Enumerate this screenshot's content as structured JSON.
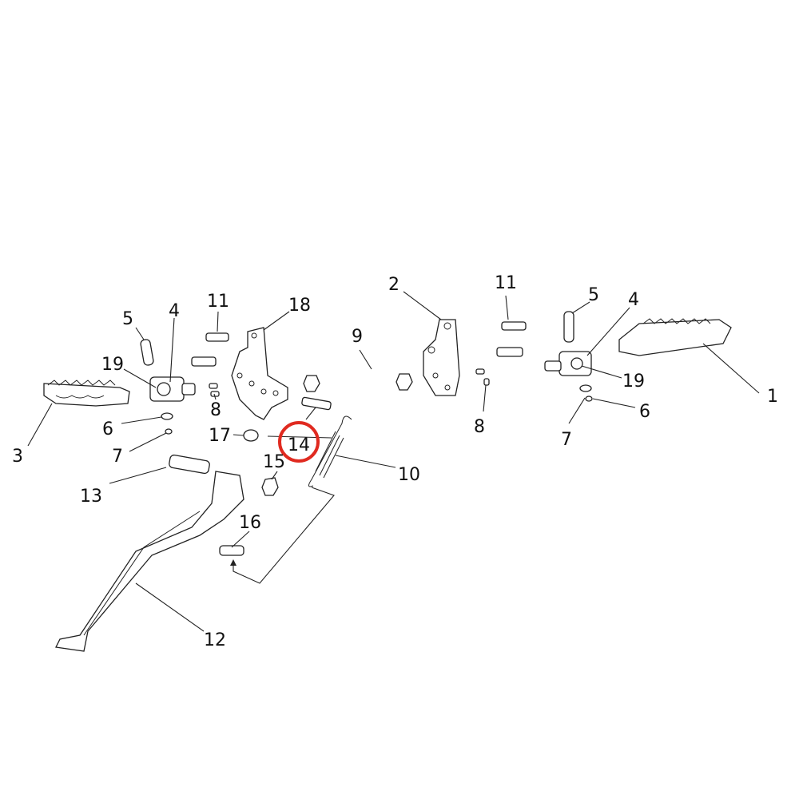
{
  "diagram": {
    "highlight_color": "#e02a20",
    "highlighted_callout": "14",
    "callouts": [
      {
        "id": "c1",
        "text": "1"
      },
      {
        "id": "c2",
        "text": "2"
      },
      {
        "id": "c3",
        "text": "3"
      },
      {
        "id": "c4a",
        "text": "4"
      },
      {
        "id": "c4b",
        "text": "4"
      },
      {
        "id": "c5a",
        "text": "5"
      },
      {
        "id": "c5b",
        "text": "5"
      },
      {
        "id": "c6a",
        "text": "6"
      },
      {
        "id": "c6b",
        "text": "6"
      },
      {
        "id": "c7a",
        "text": "7"
      },
      {
        "id": "c7b",
        "text": "7"
      },
      {
        "id": "c8a",
        "text": "8"
      },
      {
        "id": "c8b",
        "text": "8"
      },
      {
        "id": "c9",
        "text": "9"
      },
      {
        "id": "c10",
        "text": "10"
      },
      {
        "id": "c11a",
        "text": "11"
      },
      {
        "id": "c11b",
        "text": "11"
      },
      {
        "id": "c12",
        "text": "12"
      },
      {
        "id": "c13",
        "text": "13"
      },
      {
        "id": "c14",
        "text": "14"
      },
      {
        "id": "c15",
        "text": "15"
      },
      {
        "id": "c16",
        "text": "16"
      },
      {
        "id": "c17",
        "text": "17"
      },
      {
        "id": "c18",
        "text": "18"
      },
      {
        "id": "c19a",
        "text": "19"
      },
      {
        "id": "c19b",
        "text": "19"
      }
    ]
  }
}
